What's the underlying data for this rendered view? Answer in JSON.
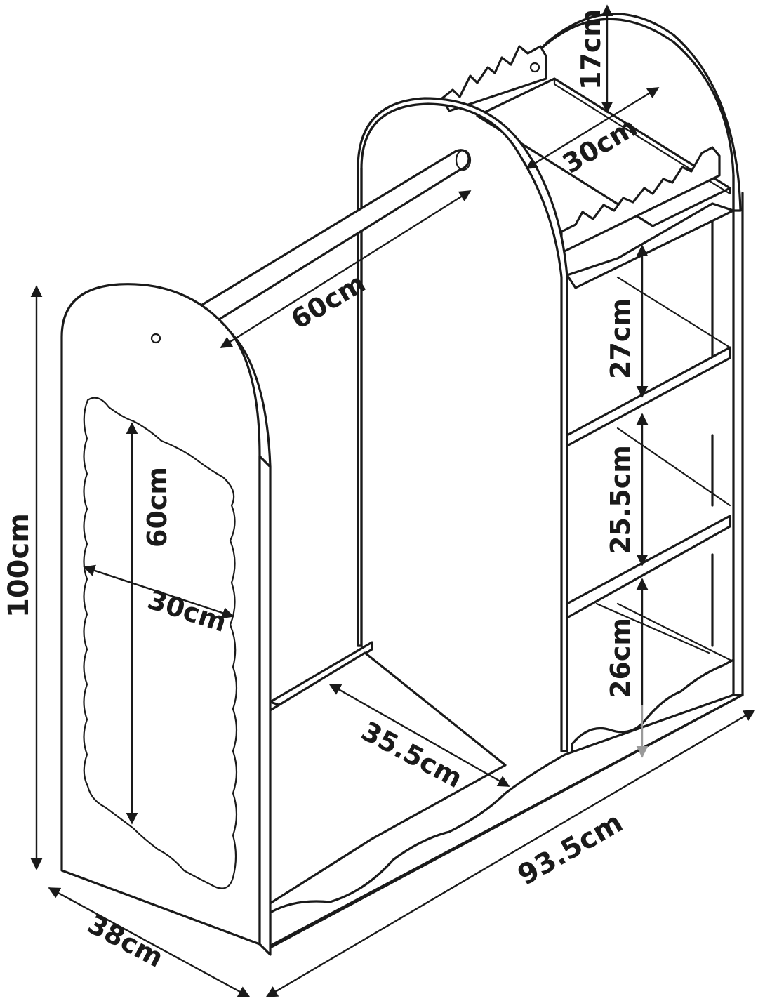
{
  "diagram": {
    "subject": "children's dress-up wardrobe with clothes rail, mirror and side shelves",
    "dimensions": {
      "height_total": "100cm",
      "width_total": "93.5cm",
      "depth": "38cm",
      "rail_length": "60cm",
      "mirror_height": "60cm",
      "mirror_width": "30cm",
      "top_shelf_width": "30cm",
      "top_shelf_height": "17cm",
      "shelf_gap_1": "27cm",
      "shelf_gap_2": "25.5cm",
      "shelf_gap_3": "26cm",
      "inner_depth": "35.5cm"
    },
    "colors": {
      "line": "#1a1a1a",
      "background": "#ffffff",
      "light_arrow": "#9a9a9a"
    }
  }
}
